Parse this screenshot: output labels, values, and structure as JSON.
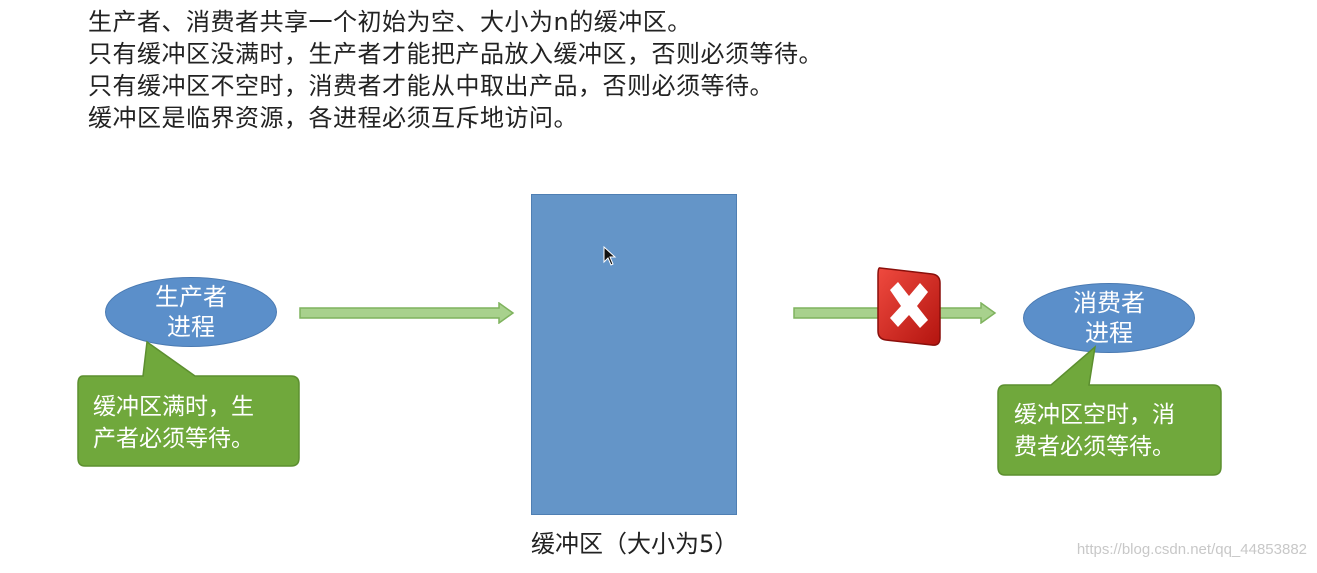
{
  "intro": {
    "lines": [
      "生产者、消费者共享一个初始为空、大小为n的缓冲区。",
      "只有缓冲区没满时，生产者才能把产品放入缓冲区，否则必须等待。",
      "只有缓冲区不空时，消费者才能从中取出产品，否则必须等待。",
      "缓冲区是临界资源，各进程必须互斥地访问。"
    ]
  },
  "producer": {
    "line1": "生产者",
    "line2": "进程",
    "callout_line1": "缓冲区满时，生",
    "callout_line2": "产者必须等待。"
  },
  "buffer": {
    "caption": "缓冲区（大小为5）"
  },
  "consumer": {
    "line1": "消费者",
    "line2": "进程",
    "callout_line1": "缓冲区空时，消",
    "callout_line2": "费者必须等待。"
  },
  "watermark": "https://blog.csdn.net/qq_44853882",
  "colors": {
    "buffer_fill": "#6495c8",
    "ellipse_fill": "#5b8fca",
    "callout_fill": "#70a83c",
    "arrow_fill": "#a8d18d",
    "blocked_icon": "#d9241f"
  },
  "icons": {
    "blocked": "close-x-icon",
    "pointer": "mouse-cursor-icon"
  }
}
